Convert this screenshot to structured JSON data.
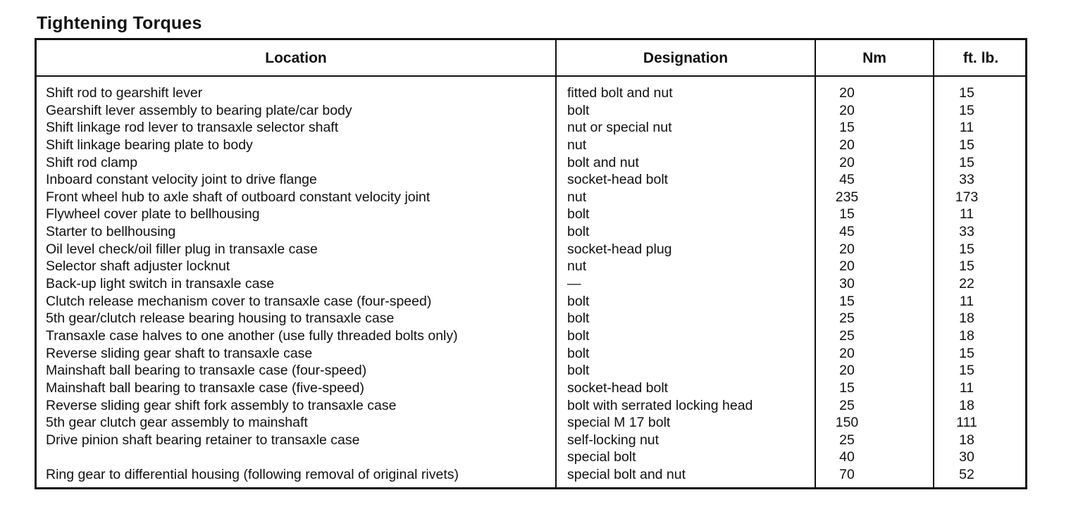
{
  "title": "Tightening Torques",
  "columns": {
    "location": "Location",
    "designation": "Designation",
    "nm": "Nm",
    "ftlb": "ft. lb."
  },
  "rows": [
    {
      "location": "Shift rod to gearshift lever",
      "designation": "fitted bolt and nut",
      "nm": "20",
      "ftlb": "15"
    },
    {
      "location": "Gearshift lever assembly to bearing plate/car body",
      "designation": "bolt",
      "nm": "20",
      "ftlb": "15"
    },
    {
      "location": "Shift linkage rod lever to transaxle selector shaft",
      "designation": "nut or special nut",
      "nm": "15",
      "ftlb": "11"
    },
    {
      "location": "Shift linkage bearing plate to body",
      "designation": "nut",
      "nm": "20",
      "ftlb": "15"
    },
    {
      "location": "Shift rod clamp",
      "designation": "bolt and nut",
      "nm": "20",
      "ftlb": "15"
    },
    {
      "location": "Inboard constant velocity joint to drive flange",
      "designation": "socket-head bolt",
      "nm": "45",
      "ftlb": "33"
    },
    {
      "location": "Front wheel hub to axle shaft of outboard constant velocity joint",
      "designation": "nut",
      "nm": "235",
      "ftlb": "173"
    },
    {
      "location": "Flywheel cover plate to bellhousing",
      "designation": "bolt",
      "nm": "15",
      "ftlb": "11"
    },
    {
      "location": "Starter to bellhousing",
      "designation": "bolt",
      "nm": "45",
      "ftlb": "33"
    },
    {
      "location": "Oil level check/oil filler plug in transaxle case",
      "designation": "socket-head plug",
      "nm": "20",
      "ftlb": "15"
    },
    {
      "location": "Selector shaft adjuster locknut",
      "designation": "nut",
      "nm": "20",
      "ftlb": "15"
    },
    {
      "location": "Back-up light switch in transaxle case",
      "designation": "—",
      "nm": "30",
      "ftlb": "22"
    },
    {
      "location": "Clutch release mechanism cover to transaxle case (four-speed)",
      "designation": "bolt",
      "nm": "15",
      "ftlb": "11"
    },
    {
      "location": "5th gear/clutch release bearing housing to transaxle case",
      "designation": "bolt",
      "nm": "25",
      "ftlb": "18"
    },
    {
      "location": "Transaxle case halves to one another (use fully threaded bolts only)",
      "designation": "bolt",
      "nm": "25",
      "ftlb": "18"
    },
    {
      "location": "Reverse sliding gear shaft to transaxle case",
      "designation": "bolt",
      "nm": "20",
      "ftlb": "15"
    },
    {
      "location": "Mainshaft ball bearing to transaxle case (four-speed)",
      "designation": "bolt",
      "nm": "20",
      "ftlb": "15"
    },
    {
      "location": "Mainshaft ball bearing to transaxle case (five-speed)",
      "designation": "socket-head bolt",
      "nm": "15",
      "ftlb": "11"
    },
    {
      "location": "Reverse sliding gear shift fork assembly to transaxle case",
      "designation": "bolt with serrated locking head",
      "nm": "25",
      "ftlb": "18"
    },
    {
      "location": "5th gear clutch gear assembly to mainshaft",
      "designation": "special M 17 bolt",
      "nm": "150",
      "ftlb": "111"
    },
    {
      "location": "Drive pinion shaft bearing retainer to transaxle case",
      "designation": "self-locking nut",
      "nm": "25",
      "ftlb": "18"
    },
    {
      "location": "",
      "designation": "special bolt",
      "nm": "40",
      "ftlb": "30"
    },
    {
      "location": "Ring gear to differential housing (following removal of original rivets)",
      "designation": "special bolt and nut",
      "nm": "70",
      "ftlb": "52"
    }
  ]
}
